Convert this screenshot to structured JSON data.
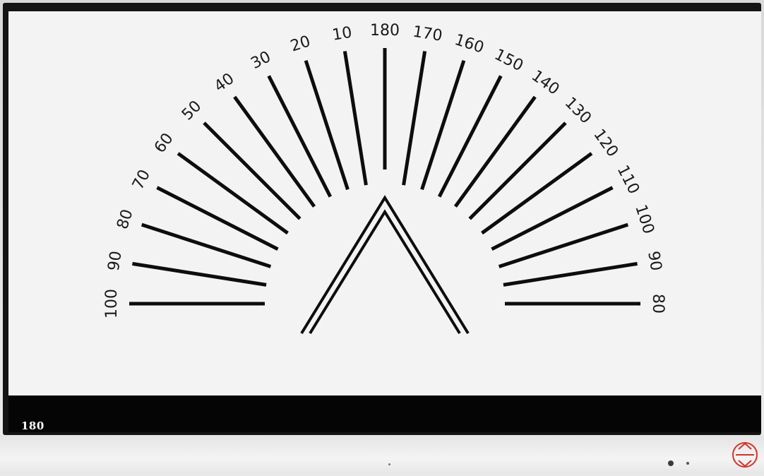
{
  "screen": {
    "background": "#f3f3f3",
    "line_color": "#0d0d0d",
    "left_labels": [
      "100",
      "90",
      "80",
      "70",
      "60",
      "50",
      "40",
      "30",
      "20",
      "10"
    ],
    "top_label": "180",
    "right_labels": [
      "170",
      "160",
      "150",
      "140",
      "130",
      "120",
      "110",
      "100",
      "90",
      "80"
    ]
  },
  "status_bar": {
    "value": "180"
  },
  "device": {
    "logo_icon": "red-logo-icon",
    "logo_color": "#d6322b"
  }
}
